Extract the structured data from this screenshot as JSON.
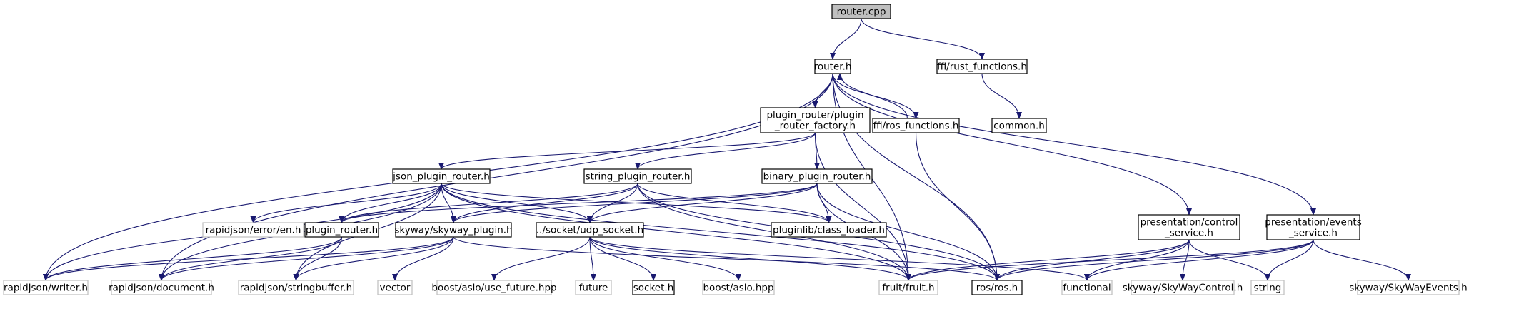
{
  "colors": {
    "edge": "#191970",
    "border": "#000000",
    "external_border": "#bfbfbf",
    "root_fill": "#bfbfbf",
    "fill": "#ffffff"
  },
  "nodes": [
    {
      "id": "router_cpp",
      "lines": [
        "router.cpp"
      ],
      "style": "root"
    },
    {
      "id": "router_h",
      "lines": [
        "router.h"
      ],
      "style": "internal"
    },
    {
      "id": "ffi_rust",
      "lines": [
        "ffi/rust_functions.h"
      ],
      "style": "internal"
    },
    {
      "id": "common_h",
      "lines": [
        "common.h"
      ],
      "style": "internal"
    },
    {
      "id": "plugin_factory",
      "lines": [
        "plugin_router/plugin",
        "_router_factory.h"
      ],
      "style": "internal"
    },
    {
      "id": "ffi_ros",
      "lines": [
        "ffi/ros_functions.h"
      ],
      "style": "internal"
    },
    {
      "id": "json_router",
      "lines": [
        "json_plugin_router.h"
      ],
      "style": "internal"
    },
    {
      "id": "string_router",
      "lines": [
        "string_plugin_router.h"
      ],
      "style": "internal"
    },
    {
      "id": "binary_router",
      "lines": [
        "binary_plugin_router.h"
      ],
      "style": "internal"
    },
    {
      "id": "control_service",
      "lines": [
        "presentation/control",
        "_service.h"
      ],
      "style": "internal"
    },
    {
      "id": "events_service",
      "lines": [
        "presentation/events",
        "_service.h"
      ],
      "style": "internal"
    },
    {
      "id": "error_en",
      "lines": [
        "rapidjson/error/en.h"
      ],
      "style": "external"
    },
    {
      "id": "plugin_router",
      "lines": [
        "plugin_router.h"
      ],
      "style": "internal"
    },
    {
      "id": "skyway_plugin",
      "lines": [
        "skyway/skyway_plugin.h"
      ],
      "style": "internal"
    },
    {
      "id": "udp_socket",
      "lines": [
        "../socket/udp_socket.h"
      ],
      "style": "internal"
    },
    {
      "id": "class_loader",
      "lines": [
        "pluginlib/class_loader.h"
      ],
      "style": "internal"
    },
    {
      "id": "writer",
      "lines": [
        "rapidjson/writer.h"
      ],
      "style": "external"
    },
    {
      "id": "document",
      "lines": [
        "rapidjson/document.h"
      ],
      "style": "external"
    },
    {
      "id": "stringbuffer",
      "lines": [
        "rapidjson/stringbuffer.h"
      ],
      "style": "external"
    },
    {
      "id": "vector",
      "lines": [
        "vector"
      ],
      "style": "external"
    },
    {
      "id": "use_future",
      "lines": [
        "boost/asio/use_future.hpp"
      ],
      "style": "external"
    },
    {
      "id": "future",
      "lines": [
        "future"
      ],
      "style": "external"
    },
    {
      "id": "socket_h",
      "lines": [
        "socket.h"
      ],
      "style": "internal"
    },
    {
      "id": "asio",
      "lines": [
        "boost/asio.hpp"
      ],
      "style": "external"
    },
    {
      "id": "fruit",
      "lines": [
        "fruit/fruit.h"
      ],
      "style": "external"
    },
    {
      "id": "ros",
      "lines": [
        "ros/ros.h"
      ],
      "style": "internal"
    },
    {
      "id": "functional",
      "lines": [
        "functional"
      ],
      "style": "external"
    },
    {
      "id": "skyway_control",
      "lines": [
        "skyway/SkyWayControl.h"
      ],
      "style": "external"
    },
    {
      "id": "string",
      "lines": [
        "string"
      ],
      "style": "external"
    },
    {
      "id": "skyway_events",
      "lines": [
        "skyway/SkyWayEvents.h"
      ],
      "style": "external"
    }
  ],
  "edges": [
    [
      "router_cpp",
      "router_h"
    ],
    [
      "router_cpp",
      "ffi_rust"
    ],
    [
      "ffi_rust",
      "common_h"
    ],
    [
      "router_h",
      "plugin_factory"
    ],
    [
      "router_h",
      "ffi_ros"
    ],
    [
      "ffi_ros",
      "router_h"
    ],
    [
      "router_h",
      "control_service"
    ],
    [
      "router_h",
      "events_service"
    ],
    [
      "router_h",
      "writer"
    ],
    [
      "router_h",
      "document"
    ],
    [
      "router_h",
      "fruit"
    ],
    [
      "router_h",
      "ros"
    ],
    [
      "plugin_factory",
      "json_router"
    ],
    [
      "plugin_factory",
      "string_router"
    ],
    [
      "plugin_factory",
      "binary_router"
    ],
    [
      "plugin_factory",
      "fruit"
    ],
    [
      "ffi_ros",
      "ros"
    ],
    [
      "json_router",
      "error_en"
    ],
    [
      "json_router",
      "plugin_router"
    ],
    [
      "json_router",
      "skyway_plugin"
    ],
    [
      "json_router",
      "udp_socket"
    ],
    [
      "json_router",
      "class_loader"
    ],
    [
      "json_router",
      "writer"
    ],
    [
      "json_router",
      "document"
    ],
    [
      "json_router",
      "stringbuffer"
    ],
    [
      "json_router",
      "fruit"
    ],
    [
      "json_router",
      "ros"
    ],
    [
      "string_router",
      "plugin_router"
    ],
    [
      "string_router",
      "skyway_plugin"
    ],
    [
      "string_router",
      "udp_socket"
    ],
    [
      "string_router",
      "class_loader"
    ],
    [
      "string_router",
      "fruit"
    ],
    [
      "string_router",
      "ros"
    ],
    [
      "binary_router",
      "plugin_router"
    ],
    [
      "binary_router",
      "skyway_plugin"
    ],
    [
      "binary_router",
      "udp_socket"
    ],
    [
      "binary_router",
      "class_loader"
    ],
    [
      "binary_router",
      "fruit"
    ],
    [
      "binary_router",
      "ros"
    ],
    [
      "plugin_router",
      "writer"
    ],
    [
      "plugin_router",
      "document"
    ],
    [
      "plugin_router",
      "stringbuffer"
    ],
    [
      "skyway_plugin",
      "writer"
    ],
    [
      "skyway_plugin",
      "document"
    ],
    [
      "skyway_plugin",
      "stringbuffer"
    ],
    [
      "skyway_plugin",
      "vector"
    ],
    [
      "skyway_plugin",
      "ros"
    ],
    [
      "udp_socket",
      "use_future"
    ],
    [
      "udp_socket",
      "future"
    ],
    [
      "udp_socket",
      "socket_h"
    ],
    [
      "udp_socket",
      "asio"
    ],
    [
      "udp_socket",
      "fruit"
    ],
    [
      "udp_socket",
      "functional"
    ],
    [
      "control_service",
      "fruit"
    ],
    [
      "control_service",
      "ros"
    ],
    [
      "control_service",
      "functional"
    ],
    [
      "control_service",
      "skyway_control"
    ],
    [
      "control_service",
      "string"
    ],
    [
      "events_service",
      "fruit"
    ],
    [
      "events_service",
      "ros"
    ],
    [
      "events_service",
      "functional"
    ],
    [
      "events_service",
      "string"
    ],
    [
      "events_service",
      "skyway_events"
    ]
  ]
}
